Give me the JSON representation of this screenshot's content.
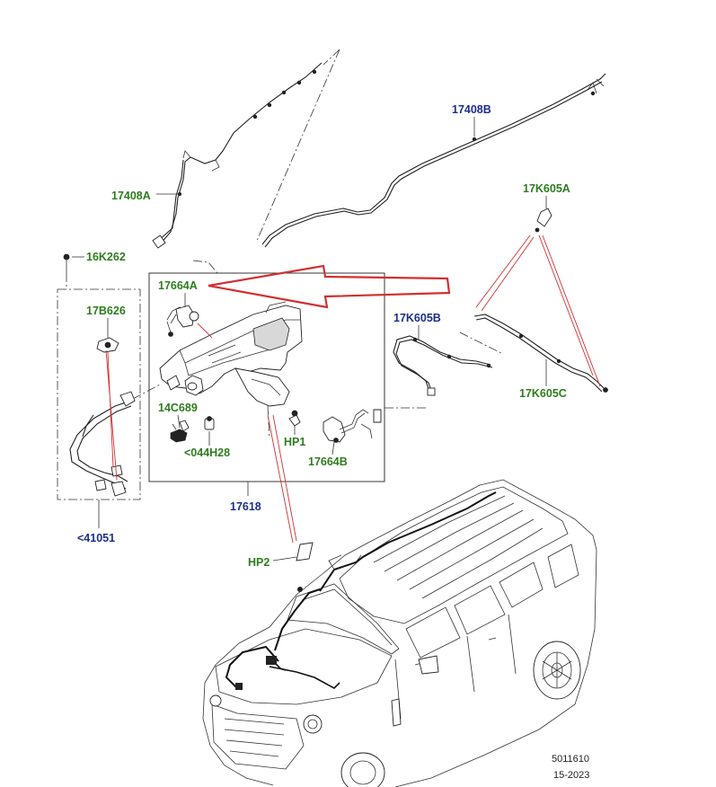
{
  "diagram": {
    "callouts": {
      "c17408A": {
        "text": "17408A",
        "color": "#2e7d1f"
      },
      "c17408B": {
        "text": "17408B",
        "color": "#1c2f8c"
      },
      "c16K262": {
        "text": "16K262",
        "color": "#2e7d1f"
      },
      "c17664A": {
        "text": "17664A",
        "color": "#2e7d1f"
      },
      "c17K605A": {
        "text": "17K605A",
        "color": "#2e7d1f"
      },
      "c17K605B": {
        "text": "17K605B",
        "color": "#1c2f8c"
      },
      "c17K605C": {
        "text": "17K605C",
        "color": "#2e7d1f"
      },
      "c17B626": {
        "text": "17B626",
        "color": "#2e7d1f"
      },
      "c14C689": {
        "text": "14C689",
        "color": "#2e7d1f"
      },
      "c044H28": {
        "text": "<044H28",
        "color": "#2e7d1f"
      },
      "cHP1": {
        "text": "HP1",
        "color": "#2e7d1f"
      },
      "c17664B": {
        "text": "17664B",
        "color": "#2e7d1f"
      },
      "c17618": {
        "text": "17618",
        "color": "#1c2f8c"
      },
      "c41051": {
        "text": "<41051",
        "color": "#1c2f8c"
      },
      "cHP2": {
        "text": "HP2",
        "color": "#2e7d1f"
      }
    },
    "footer": {
      "diagram_number": "5011610",
      "date_code": "15-2023"
    },
    "highlight_arrow_color": "#d23030",
    "leader_color": "#d23030"
  }
}
